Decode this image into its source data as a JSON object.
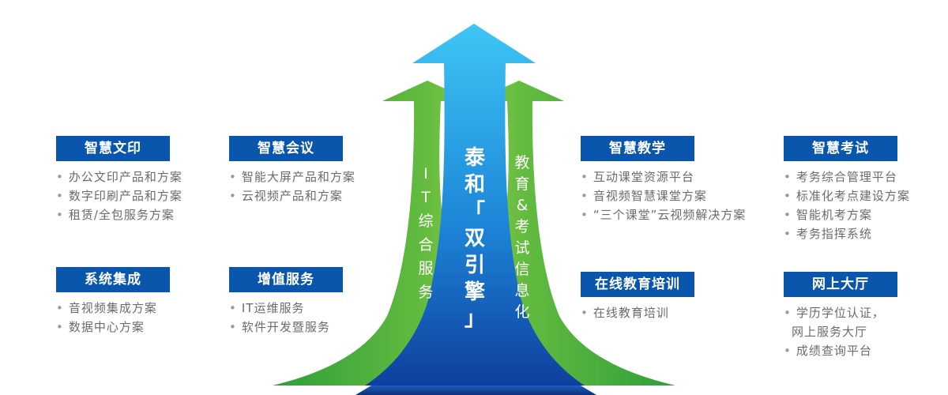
{
  "panels": [
    {
      "id": "p1",
      "title": "智慧文印",
      "items": [
        "办公文印产品和方案",
        "数字印刷产品和方案",
        "租赁/全包服务方案"
      ]
    },
    {
      "id": "p2",
      "title": "智慧会议",
      "items": [
        "智能大屏产品和方案",
        "云视频产品和方案"
      ]
    },
    {
      "id": "p3",
      "title": "系统集成",
      "items": [
        "音视频集成方案",
        "数据中心方案"
      ]
    },
    {
      "id": "p4",
      "title": "增值服务",
      "items": [
        "IT运维服务",
        "软件开发暨服务"
      ]
    },
    {
      "id": "p5",
      "title": "智慧教学",
      "items": [
        "互动课堂资源平台",
        "音视频智慧课堂方案",
        "“三个课堂”云视频解决方案"
      ]
    },
    {
      "id": "p6",
      "title": "智慧考试",
      "items": [
        "考务综合管理平台",
        "标准化考点建设方案",
        "智能机考方案",
        "考务指挥系统"
      ]
    },
    {
      "id": "p7",
      "title": "在线教育培训",
      "items": [
        "在线教育培训"
      ]
    },
    {
      "id": "p8",
      "title": "网上大厅",
      "items": [
        "学历学位认证，",
        "网上服务大厅",
        "成绩查询平台"
      ]
    }
  ],
  "arrows": {
    "left_label": [
      "I",
      "T",
      "综",
      "合",
      "服",
      "务"
    ],
    "center_label": [
      "泰",
      "和",
      "「",
      "双",
      "引",
      "擎",
      "」"
    ],
    "right_label": [
      "教",
      "育",
      "&",
      "考",
      "试",
      "信",
      "息",
      "化"
    ]
  },
  "colors": {
    "badge": "#0a56ad",
    "arrow_blue_light": "#35c3f2",
    "arrow_blue_dark": "#1248a8",
    "arrow_green_light": "#9bd24a",
    "arrow_green_dark": "#2f9e3b"
  }
}
